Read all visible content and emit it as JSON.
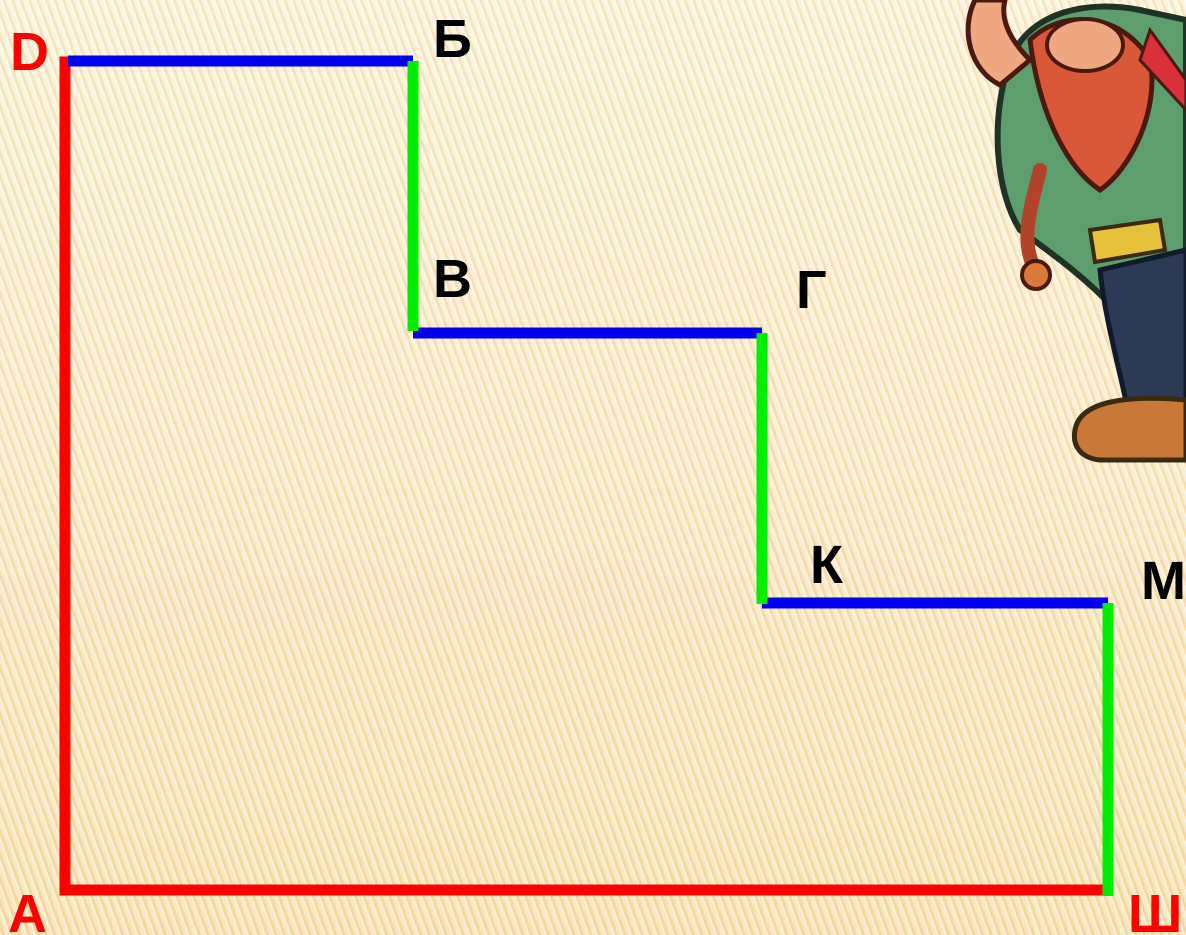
{
  "diagram": {
    "colors": {
      "outer_edges": "#ff0000",
      "horizontal_steps": "#0000ee",
      "vertical_steps": "#00ee00",
      "outer_labels": "#ff0000",
      "inner_labels": "#000000"
    },
    "labels": {
      "D": "D",
      "B_top": "Б",
      "V": "В",
      "G": "Г",
      "K": "К",
      "M": "М",
      "A": "А",
      "Sh": "Ш"
    },
    "illustration": {
      "icon": "cartoon-dwarf-character"
    }
  }
}
